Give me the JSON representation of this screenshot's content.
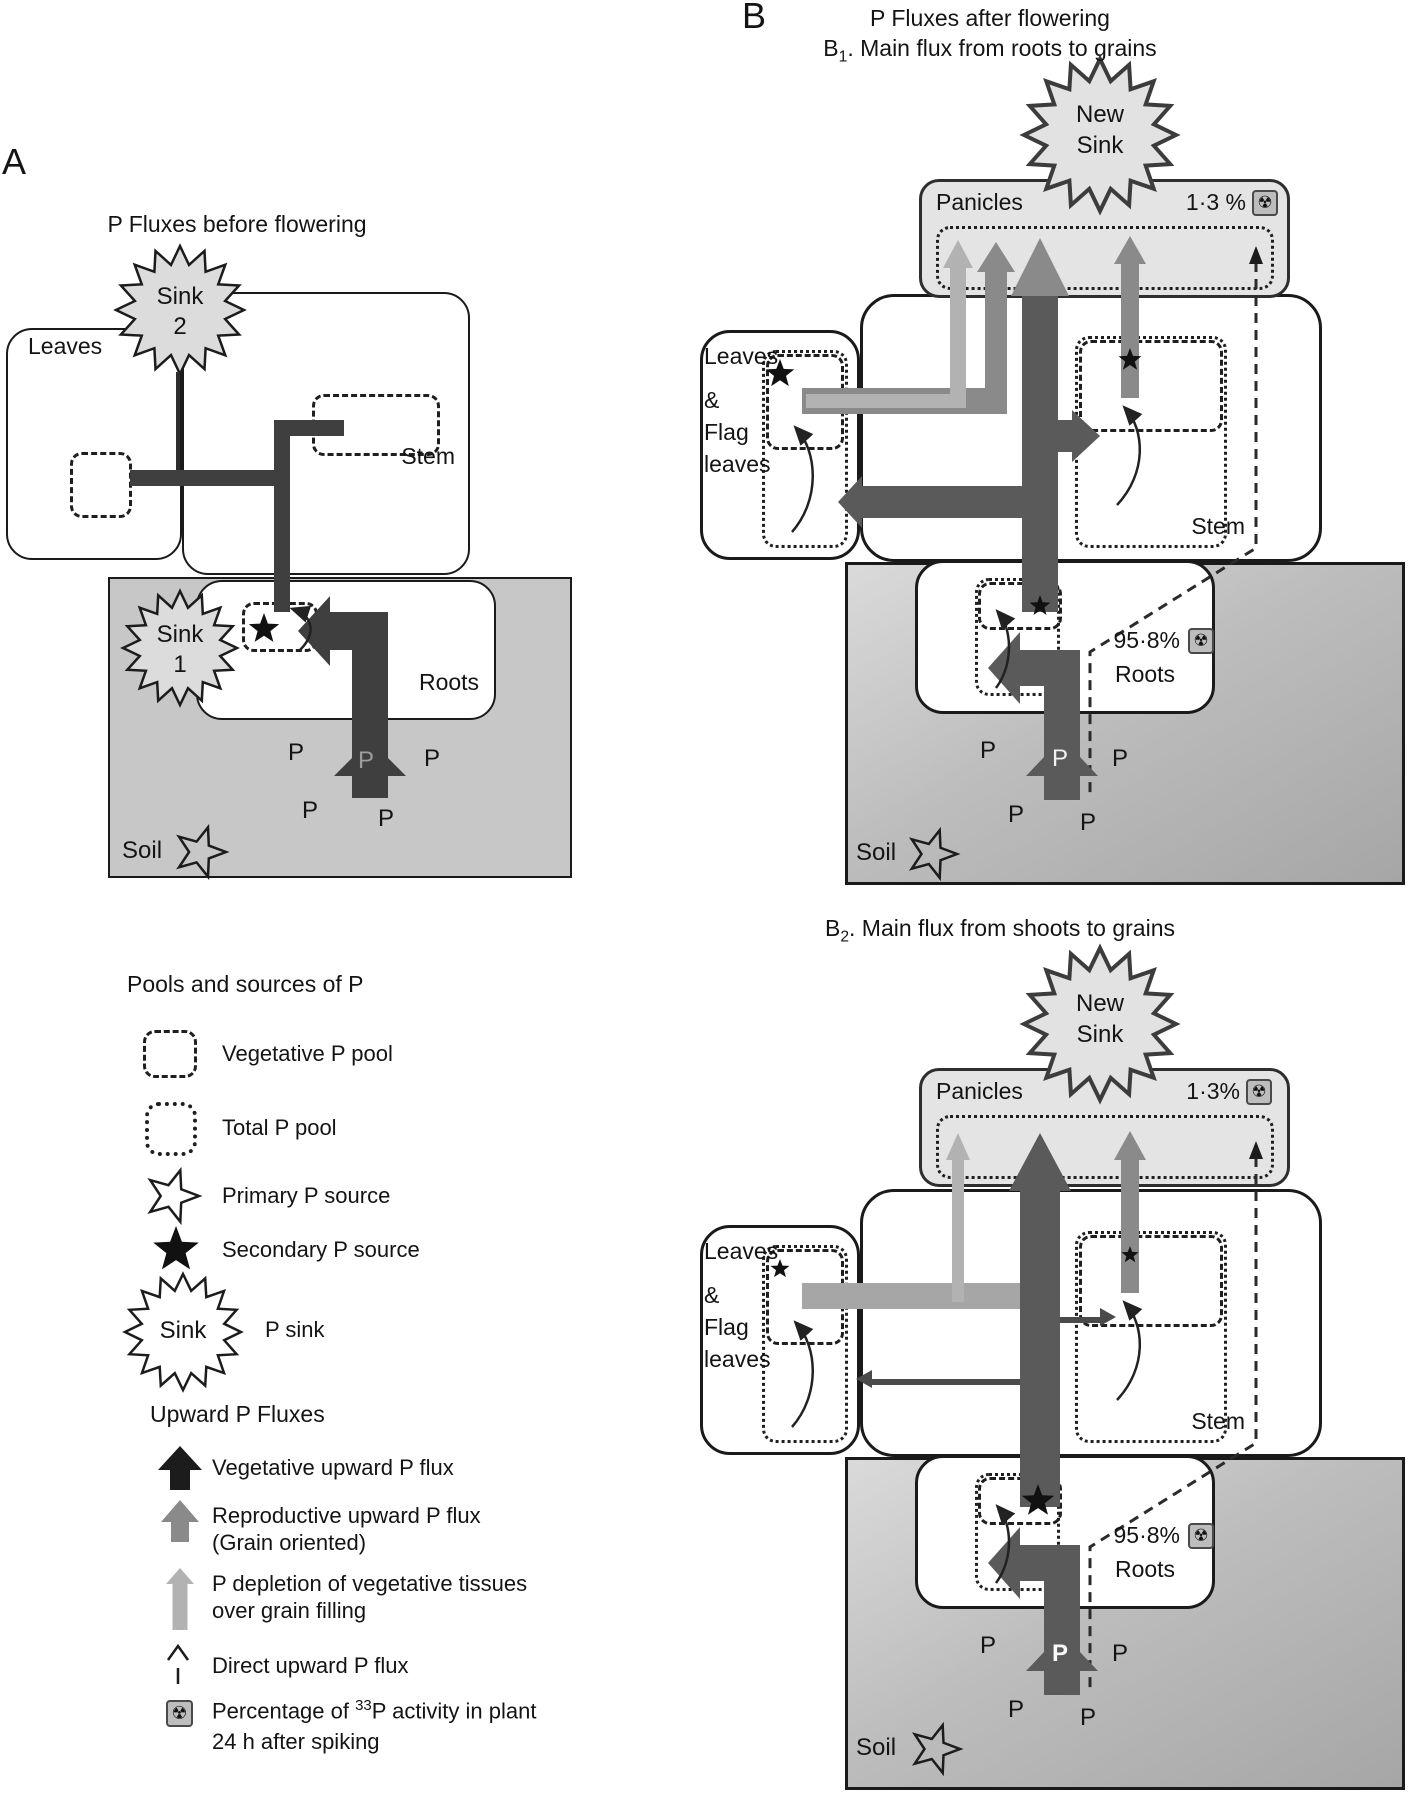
{
  "colors": {
    "dark_flux_a": "#3f3f3f",
    "dark_flux_b": "#5a5a5a",
    "gray_flux": "#8a8a8a",
    "light_flux": "#b2b2b2",
    "soil_gray": "#c7c7c7",
    "panicle_fill": "#e4e4e4",
    "sink_fill": "#dcdcdc"
  },
  "icons": {
    "radioactivity": "☢"
  },
  "panel_a": {
    "label": "A",
    "title": "P Fluxes before flowering",
    "sink2_line1": "Sink",
    "sink2_line2": "2",
    "sink1_line1": "Sink",
    "sink1_line2": "1",
    "leaves": "Leaves",
    "stem": "Stem",
    "roots": "Roots",
    "soil": "Soil",
    "soil_p": [
      "P",
      "P",
      "P",
      "P",
      "P"
    ]
  },
  "panel_b": {
    "label": "B",
    "title": "P Fluxes after flowering",
    "b1": {
      "sub_letter": "B",
      "sub_index": "1",
      "sub_rest": ". Main flux from roots to grains",
      "new_sink_line1": "New",
      "new_sink_line2": "Sink",
      "panicles": "Panicles",
      "panicle_pct": "1·3 %",
      "stem": "Stem",
      "leaves_line1": "Leaves",
      "leaves_line2": "&",
      "leaves_line3": "Flag",
      "leaves_line4": "leaves",
      "roots_pct": "95·8%",
      "roots": "Roots",
      "soil": "Soil",
      "soil_p": [
        "P",
        "P",
        "P",
        "P",
        "P"
      ]
    },
    "b2": {
      "sub_letter": "B",
      "sub_index": "2",
      "sub_rest": ". Main flux from shoots to grains",
      "new_sink_line1": "New",
      "new_sink_line2": "Sink",
      "panicles": "Panicles",
      "panicle_pct": "1·3%",
      "stem": "Stem",
      "leaves_line1": "Leaves",
      "leaves_line2": "&",
      "leaves_line3": "Flag",
      "leaves_line4": "leaves",
      "roots_pct": "95·8%",
      "roots": "Roots",
      "soil": "Soil",
      "soil_p": [
        "P",
        "P",
        "P",
        "P",
        "P"
      ]
    }
  },
  "legend": {
    "pools_title": "Pools and sources of P",
    "vegetative_pool": "Vegetative P pool",
    "total_pool": "Total P pool",
    "primary_source": "Primary P source",
    "secondary_source": "Secondary P source",
    "sink_symbol_label": "Sink",
    "p_sink": "P sink",
    "fluxes_title": "Upward P Fluxes",
    "vegetative_flux": "Vegetative upward P flux",
    "reproductive_flux_line1": "Reproductive upward P flux",
    "reproductive_flux_line2": "(Grain oriented)",
    "depletion_line1": "P depletion of vegetative tissues",
    "depletion_line2": "over grain filling",
    "direct_flux": "Direct upward P flux",
    "radio_line1_pre": "Percentage of ",
    "radio_sup": "33",
    "radio_line1_post": "P activity in plant",
    "radio_line2": "24 h after spiking"
  }
}
